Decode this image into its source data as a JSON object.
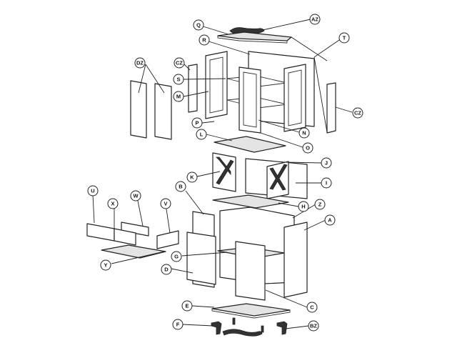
{
  "callouts": {
    "AZ": "AZ",
    "Q": "Q",
    "R": "R",
    "T": "T",
    "DZ": "DZ",
    "CZ_left": "CZ",
    "S": "S",
    "M": "M",
    "CZ_right": "CZ",
    "P": "P",
    "N": "N",
    "L": "L",
    "O": "O",
    "J": "J",
    "K": "K",
    "I": "I",
    "B": "B",
    "H": "H",
    "Z": "Z",
    "U": "U",
    "W": "W",
    "X": "X",
    "V": "V",
    "A": "A",
    "G": "G",
    "Y": "Y",
    "D": "D",
    "C": "C",
    "E": "E",
    "F": "F",
    "BZ": "BZ"
  }
}
